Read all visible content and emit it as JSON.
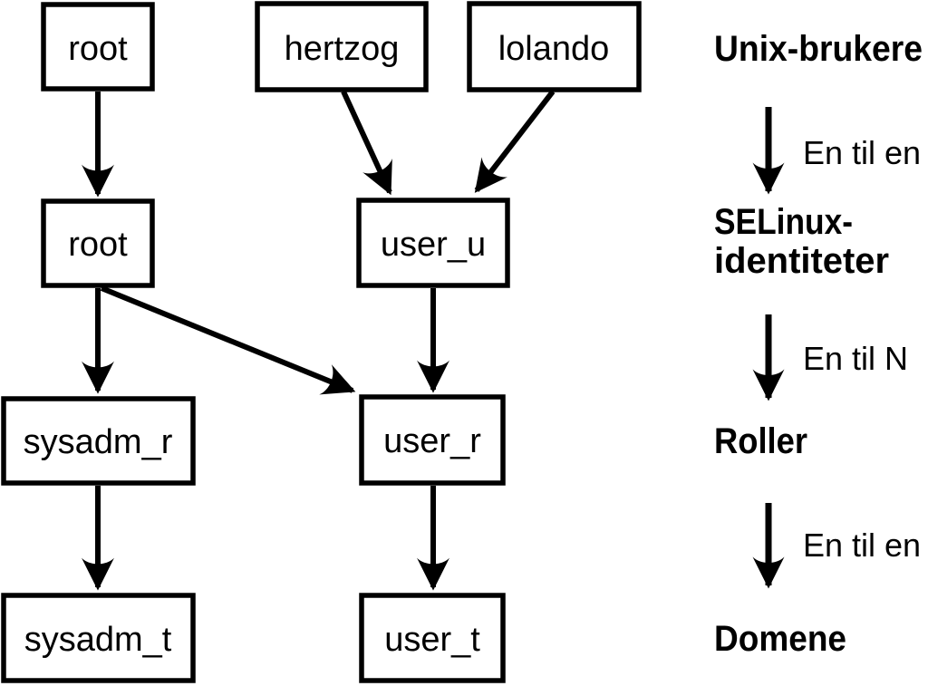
{
  "figure": {
    "background_color": "#ffffff",
    "stroke_color": "#000000",
    "text_color": "#000000"
  },
  "diagram": {
    "boxes": {
      "unix_root": "root",
      "unix_hertzog": "hertzog",
      "unix_lolando": "lolando",
      "selinux_root": "root",
      "selinux_user_u": "user_u",
      "role_sysadm_r": "sysadm_r",
      "role_user_r": "user_r",
      "domain_sysadm_t": "sysadm_t",
      "domain_user_t": "user_t"
    },
    "edges": [
      {
        "from": "unix_root",
        "to": "selinux_root"
      },
      {
        "from": "unix_hertzog",
        "to": "selinux_user_u"
      },
      {
        "from": "unix_lolando",
        "to": "selinux_user_u"
      },
      {
        "from": "selinux_root",
        "to": "role_sysadm_r"
      },
      {
        "from": "selinux_root",
        "to": "role_user_r"
      },
      {
        "from": "selinux_user_u",
        "to": "role_user_r"
      },
      {
        "from": "role_sysadm_r",
        "to": "domain_sysadm_t"
      },
      {
        "from": "role_user_r",
        "to": "domain_user_t"
      }
    ]
  },
  "legend": {
    "levels": [
      {
        "lines": [
          "Unix-brukere"
        ]
      },
      {
        "lines": [
          "SELinux-",
          "identiteter"
        ]
      },
      {
        "lines": [
          "Roller"
        ]
      },
      {
        "lines": [
          "Domene"
        ]
      }
    ],
    "relations": [
      {
        "label": "En til en"
      },
      {
        "label": "En til N"
      },
      {
        "label": "En til en"
      }
    ]
  }
}
